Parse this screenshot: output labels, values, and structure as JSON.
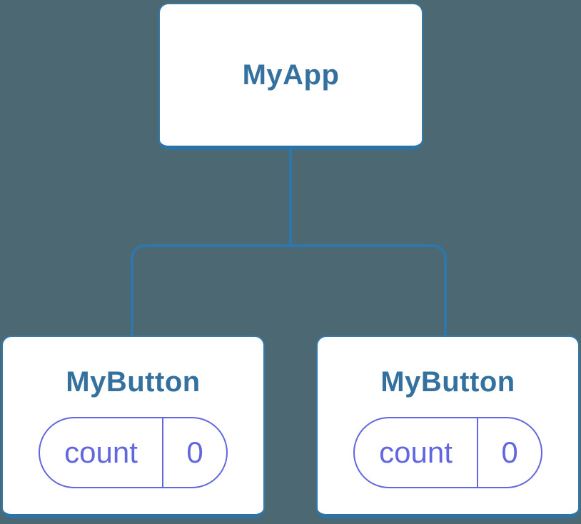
{
  "colors": {
    "background": "#4C6873",
    "node_fill": "#FFFFFF",
    "node_border": "#3578AA",
    "node_border_bottom": "#2E73A6",
    "connector": "#3176A8",
    "title_text": "#35719E",
    "state_accent": "#6267DF"
  },
  "tree": {
    "root": {
      "label": "MyApp"
    },
    "children": [
      {
        "label": "MyButton",
        "state": {
          "key": "count",
          "value": "0"
        }
      },
      {
        "label": "MyButton",
        "state": {
          "key": "count",
          "value": "0"
        }
      }
    ]
  }
}
